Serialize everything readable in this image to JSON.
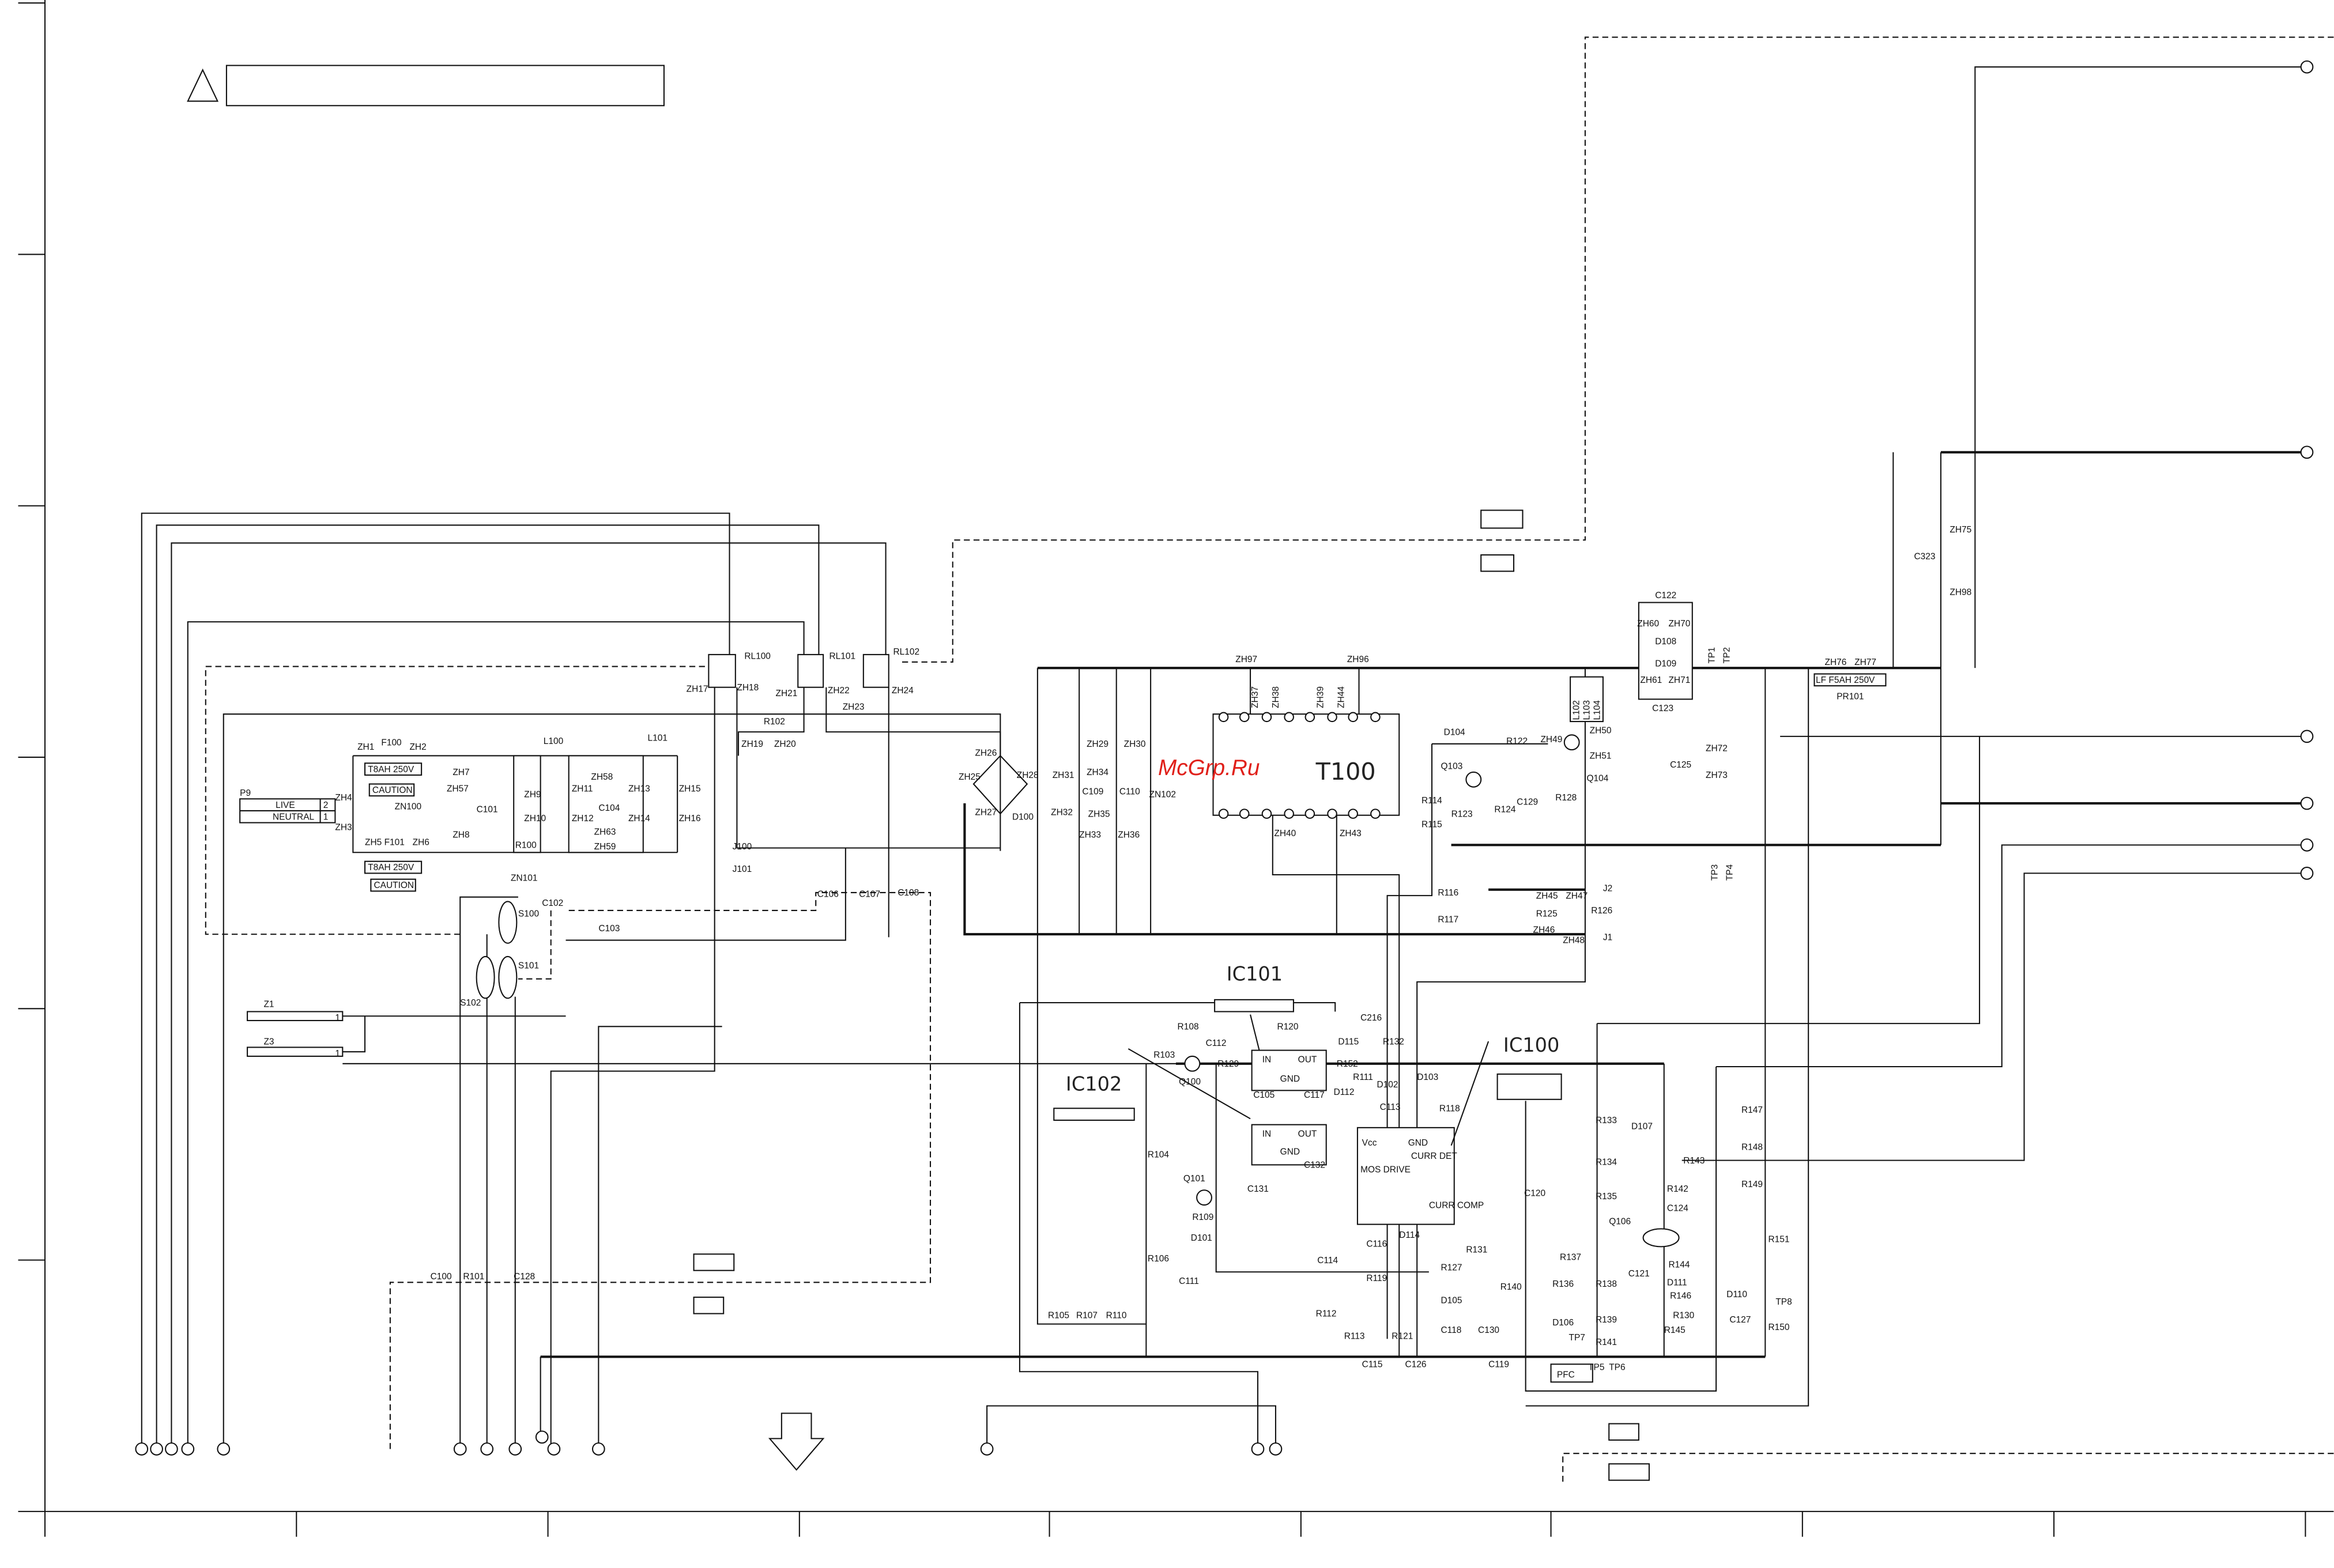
{
  "title_box": "",
  "warning_icon": "warning-triangle-icon",
  "watermark": "McGrp.Ru",
  "colors": {
    "line": "#111111",
    "watermark": "#e0201a"
  },
  "ic_labels": {
    "IC101": "IC101",
    "IC100": "IC100",
    "IC102": "IC102",
    "T100": "T100"
  },
  "labels": {
    "P9": "P9",
    "LIVE": "LIVE",
    "NEUTRAL": "NEUTRAL",
    "pin2": "2",
    "pin1": "1",
    "ZH1": "ZH1",
    "F100": "F100",
    "ZH2": "ZH2",
    "fuse_rating_1": "T8AH 250V",
    "caution_1": "CAUTION",
    "ZH4": "ZH4",
    "ZH3": "ZH3",
    "ZN100": "ZN100",
    "ZH5": "ZH5",
    "F101": "F101",
    "ZH6": "ZH6",
    "fuse_rating_2": "T8AH 250V",
    "caution_2": "CAUTION",
    "ZH7": "ZH7",
    "ZH57": "ZH57",
    "C101": "C101",
    "ZH8": "ZH8",
    "R100": "R100",
    "L100": "L100",
    "L101": "L101",
    "ZH9": "ZH9",
    "ZH10": "ZH10",
    "ZH11": "ZH11",
    "ZH12": "ZH12",
    "ZH58": "ZH58",
    "C104": "C104",
    "ZH63": "ZH63",
    "ZH59": "ZH59",
    "ZH13": "ZH13",
    "ZH14": "ZH14",
    "ZH15": "ZH15",
    "ZH16": "ZH16",
    "ZN101": "ZN101",
    "S100": "S100",
    "C102": "C102",
    "C103": "C103",
    "S101": "S101",
    "S102": "S102",
    "Z1": "Z1",
    "Z3": "Z3",
    "Z1pin": "1",
    "Z3pin": "1",
    "RL100": "RL100",
    "RL101": "RL101",
    "RL102": "RL102",
    "ZH17": "ZH17",
    "ZH18": "ZH18",
    "ZH21": "ZH21",
    "ZH22": "ZH22",
    "ZH23": "ZH23",
    "ZH24": "ZH24",
    "R102": "R102",
    "ZH19": "ZH19",
    "ZH20": "ZH20",
    "J100": "J100",
    "J101": "J101",
    "C106": "C106",
    "C107": "C107",
    "C108": "C108",
    "ZH26": "ZH26",
    "ZH25": "ZH25",
    "ZH28": "ZH28",
    "ZH27": "ZH27",
    "D100": "D100",
    "ZH29": "ZH29",
    "ZH30": "ZH30",
    "ZH31": "ZH31",
    "ZH34": "ZH34",
    "C109": "C109",
    "C110": "C110",
    "ZN102": "ZN102",
    "ZH32": "ZH32",
    "ZH35": "ZH35",
    "ZH33": "ZH33",
    "ZH36": "ZH36",
    "ZH97": "ZH97",
    "ZH96": "ZH96",
    "ZH37": "ZH37",
    "ZH38": "ZH38",
    "ZH39": "ZH39",
    "ZH44": "ZH44",
    "ZH40": "ZH40",
    "ZH43": "ZH43",
    "D104": "D104",
    "R122": "R122",
    "ZH49": "ZH49",
    "ZH50": "ZH50",
    "ZH51": "ZH51",
    "Q103": "Q103",
    "Q104": "Q104",
    "R114": "R114",
    "R123": "R123",
    "R124": "R124",
    "C129": "C129",
    "R128": "R128",
    "R115": "R115",
    "L102": "L102",
    "L103": "L103",
    "L104": "L104",
    "C122": "C122",
    "ZH60": "ZH60",
    "ZH70": "ZH70",
    "D108": "D108",
    "D109": "D109",
    "ZH61": "ZH61",
    "ZH71": "ZH71",
    "C123": "C123",
    "TP1": "TP1",
    "TP2": "TP2",
    "ZH72": "ZH72",
    "C125": "C125",
    "ZH73": "ZH73",
    "TP3": "TP3",
    "TP4": "TP4",
    "ZH76": "ZH76",
    "ZH77": "ZH77",
    "LF": "LF F5AH 250V",
    "PR101": "PR101",
    "ZH75": "ZH75",
    "C323": "C323",
    "ZH98": "ZH98",
    "R116": "R116",
    "R117": "R117",
    "ZH45": "ZH45",
    "ZH47": "ZH47",
    "J2": "J2",
    "R125": "R125",
    "R126": "R126",
    "ZH46": "ZH46",
    "ZH48": "ZH48",
    "J1": "J1",
    "R108": "R108",
    "C112": "C112",
    "R103": "R103",
    "Q100": "Q100",
    "R129": "R129",
    "R120": "R120",
    "D115": "D115",
    "C216": "C216",
    "R132": "R132",
    "R152": "R152",
    "C105": "C105",
    "C117": "C117",
    "D112": "D112",
    "R111": "R111",
    "D102": "D102",
    "D103": "D103",
    "C113": "C113",
    "R118": "R118",
    "IC101_IN": "IN",
    "IC101_OUT": "OUT",
    "IC101_GND": "GND",
    "IC102_IN": "IN",
    "IC102_OUT": "OUT",
    "IC102_GND": "GND",
    "IC100_VCC": "Vcc",
    "IC100_GND": "GND",
    "MOS_DRIVE": "MOS DRIVE",
    "CURR_DET": "CURR DET",
    "CURR_COMP": "CURR COMP",
    "R104": "R104",
    "Q101": "Q101",
    "C131": "C131",
    "C132": "C132",
    "R109": "R109",
    "D101": "D101",
    "D114": "D114",
    "C116": "C116",
    "C114": "C114",
    "R119": "R119",
    "R127": "R127",
    "R131": "R131",
    "R106": "R106",
    "C111": "C111",
    "R105": "R105",
    "R107": "R107",
    "R110": "R110",
    "R112": "R112",
    "R113": "R113",
    "C115": "C115",
    "R121": "R121",
    "C126": "C126",
    "C118": "C118",
    "C130": "C130",
    "C119": "C119",
    "D105": "D105",
    "R140": "R140",
    "R133": "R133",
    "R134": "R134",
    "R135": "R135",
    "C120": "C120",
    "R137": "R137",
    "R136": "R136",
    "R138": "R138",
    "D106": "D106",
    "R139": "R139",
    "TP7": "TP7",
    "R141": "R141",
    "PFC": "PFC",
    "TP5": "TP5",
    "TP6": "TP6",
    "D107": "D107",
    "R143": "R143",
    "R142": "R142",
    "C124": "C124",
    "Q106": "Q106",
    "C121": "C121",
    "R144": "R144",
    "D111": "D111",
    "R146": "R146",
    "R130": "R130",
    "R145": "R145",
    "D110": "D110",
    "TP8": "TP8",
    "C127": "C127",
    "R150": "R150",
    "R147": "R147",
    "R148": "R148",
    "R149": "R149",
    "R151": "R151",
    "C100": "C100",
    "R101": "R101",
    "C128": "C128"
  }
}
